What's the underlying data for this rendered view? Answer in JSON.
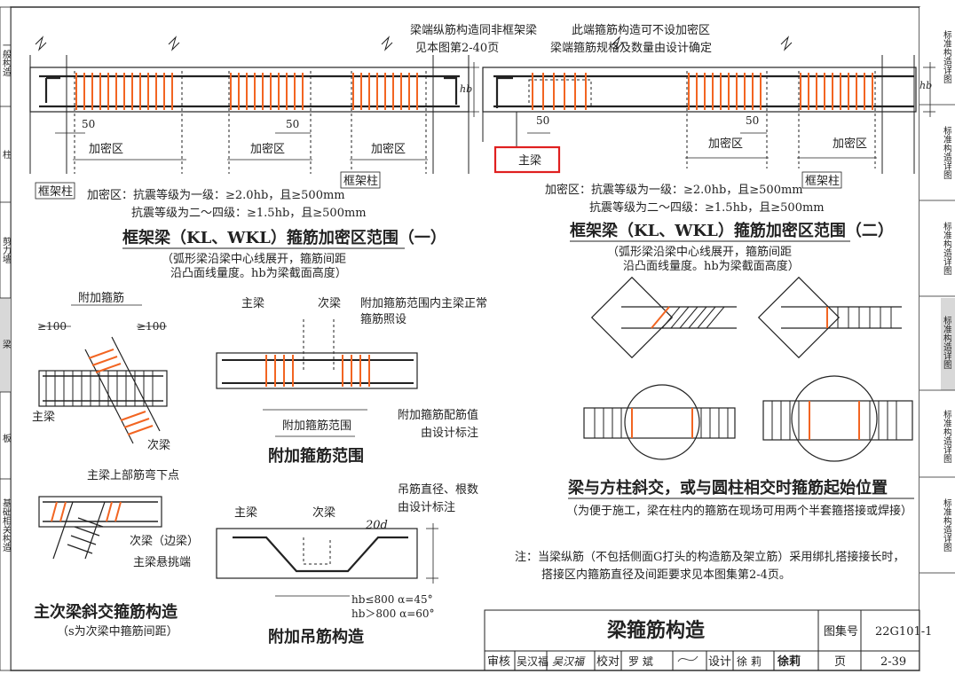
{
  "diagram1": {
    "title": "框架梁（KL、WKL）箍筋加密区范围（一）",
    "note_line1": "（弧形梁沿梁中心线展开，箍筋间距",
    "note_line2": "沿凸面线量度。hb为梁截面高度）",
    "annot_top": "梁端纵筋构造同非框架梁",
    "annot_top2": "见本图第2-40页",
    "label_column_left": "框架柱",
    "label_column_right": "框架柱",
    "label_dense": "加密区",
    "dim_50": "50",
    "hb": "hb",
    "req_line1": "加密区：抗震等级为一级：≥2.0hb，且≥500mm",
    "req_line2": "抗震等级为二～四级：≥1.5hb，且≥500mm"
  },
  "diagram2": {
    "title": "框架梁（KL、WKL）箍筋加密区范围（二）",
    "note_line1": "（弧形梁沿梁中心线展开，箍筋间距",
    "note_line2": "沿凸面线量度。hb为梁截面高度）",
    "annot_top": "此端箍筋构造可不设加密区",
    "annot_top2": "梁端箍筋规格及数量由设计确定",
    "label_main_beam": "主梁",
    "label_column": "框架柱",
    "req_line1": "加密区：抗震等级为一级：≥2.0hb，且≥500mm",
    "req_line2": "抗震等级为二～四级：≥1.5hb，且≥500mm"
  },
  "diagram3": {
    "title": "附加箍筋范围",
    "label_main": "主梁",
    "label_secondary": "次梁",
    "annot": "附加箍筋范围内主梁正常",
    "annot2": "箍筋照设",
    "range": "附加箍筋范围",
    "value_note": "附加箍筋配筋值",
    "value_note2": "由设计标注"
  },
  "diagram4": {
    "label_extra": "附加箍筋",
    "gt100": "≥100",
    "label_main": "主梁",
    "label_secondary": "次梁"
  },
  "diagram5": {
    "title": "主次梁斜交箍筋构造",
    "subtitle": "（s为次梁中箍筋间距）",
    "bend_point": "主梁上部筋弯下点",
    "secondary_edge": "次梁（边梁）",
    "cantilever": "主梁悬挑端"
  },
  "diagram6": {
    "title": "附加吊筋构造",
    "label_main": "主梁",
    "label_secondary": "次梁",
    "annot": "吊筋直径、根数",
    "annot2": "由设计标注",
    "twenty_d": "20d",
    "cond1": "hb≤800 α=45°",
    "cond2": "hb＞800 α=60°"
  },
  "diagram7": {
    "title": "梁与方柱斜交，或与圆柱相交时箍筋起始位置",
    "subtitle": "（为便于施工，梁在柱内的箍筋在现场可用两个半套箍搭接或焊接）"
  },
  "note": {
    "line1": "注：当梁纵筋（不包括侧面G打头的构造筋及架立筋）采用绑扎搭接接长时，",
    "line2": "搭接区内箍筋直径及间距要求见本图集第2-4页。"
  },
  "title_block": {
    "drawing_title": "梁箍筋构造",
    "atlas_label": "图集号",
    "atlas_no": "22G101-1",
    "review": "审核",
    "reviewer": "吴汉福",
    "check": "校对",
    "checker": "罗 斌",
    "design": "设计",
    "designer": "徐 莉",
    "page_label": "页",
    "page_no": "2-39"
  },
  "side_tabs": {
    "left": [
      "一般构造",
      "柱",
      "剪力墙",
      "梁",
      "板",
      "基础相关构造"
    ],
    "right": [
      "标准构造详图",
      "标准构造详图",
      "标准构造详图",
      "标准构造详图",
      "标准构造详图",
      "标准构造详图"
    ]
  },
  "colors": {
    "stirrup": "#f26522",
    "line": "#222222",
    "highlight": "#e02020",
    "tab_active": "#d8d8d8"
  }
}
